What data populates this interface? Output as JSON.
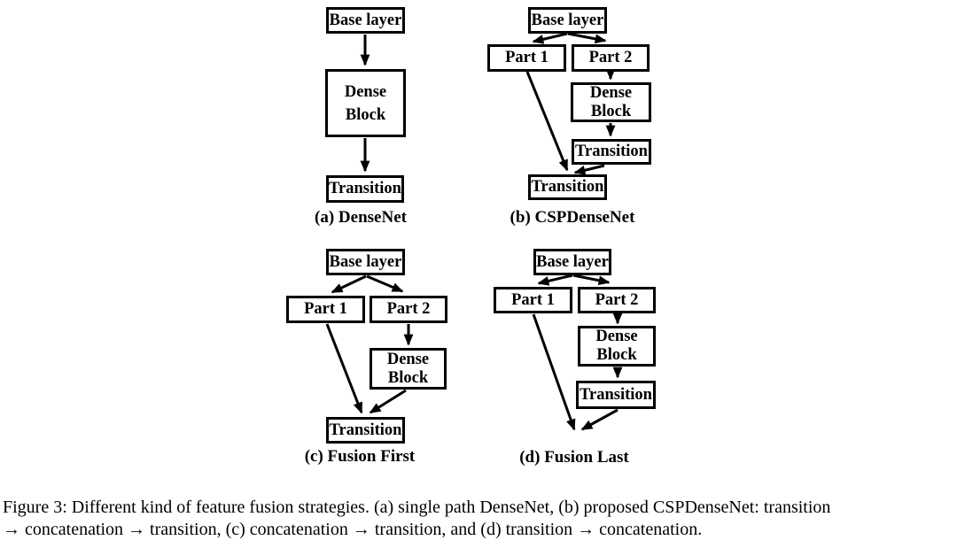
{
  "colors": {
    "ink": "#000000",
    "background": "#ffffff"
  },
  "figure": {
    "panels": [
      {
        "label": "(a) DenseNet",
        "boxes": {
          "base": "Base layer",
          "dense": "Dense Block",
          "transition": "Transition"
        }
      },
      {
        "label": "(b) CSPDenseNet",
        "boxes": {
          "base": "Base layer",
          "part1": "Part 1",
          "part2": "Part 2",
          "dense": "Dense Block",
          "transition1": "Transition",
          "transition2": "Transition"
        }
      },
      {
        "label": "(c) Fusion First",
        "boxes": {
          "base": "Base layer",
          "part1": "Part 1",
          "part2": "Part 2",
          "dense": "Dense Block",
          "transition": "Transition"
        }
      },
      {
        "label": "(d) Fusion Last",
        "boxes": {
          "base": "Base layer",
          "part1": "Part 1",
          "part2": "Part 2",
          "dense": "Dense Block",
          "transition": "Transition"
        }
      }
    ],
    "caption": {
      "line1": "Figure 3: Different kind of feature fusion strategies. (a) single path DenseNet, (b) proposed CSPDenseNet: transition",
      "line2": "→ concatenation → transition, (c) concatenation → transition, and (d) transition → concatenation."
    }
  }
}
